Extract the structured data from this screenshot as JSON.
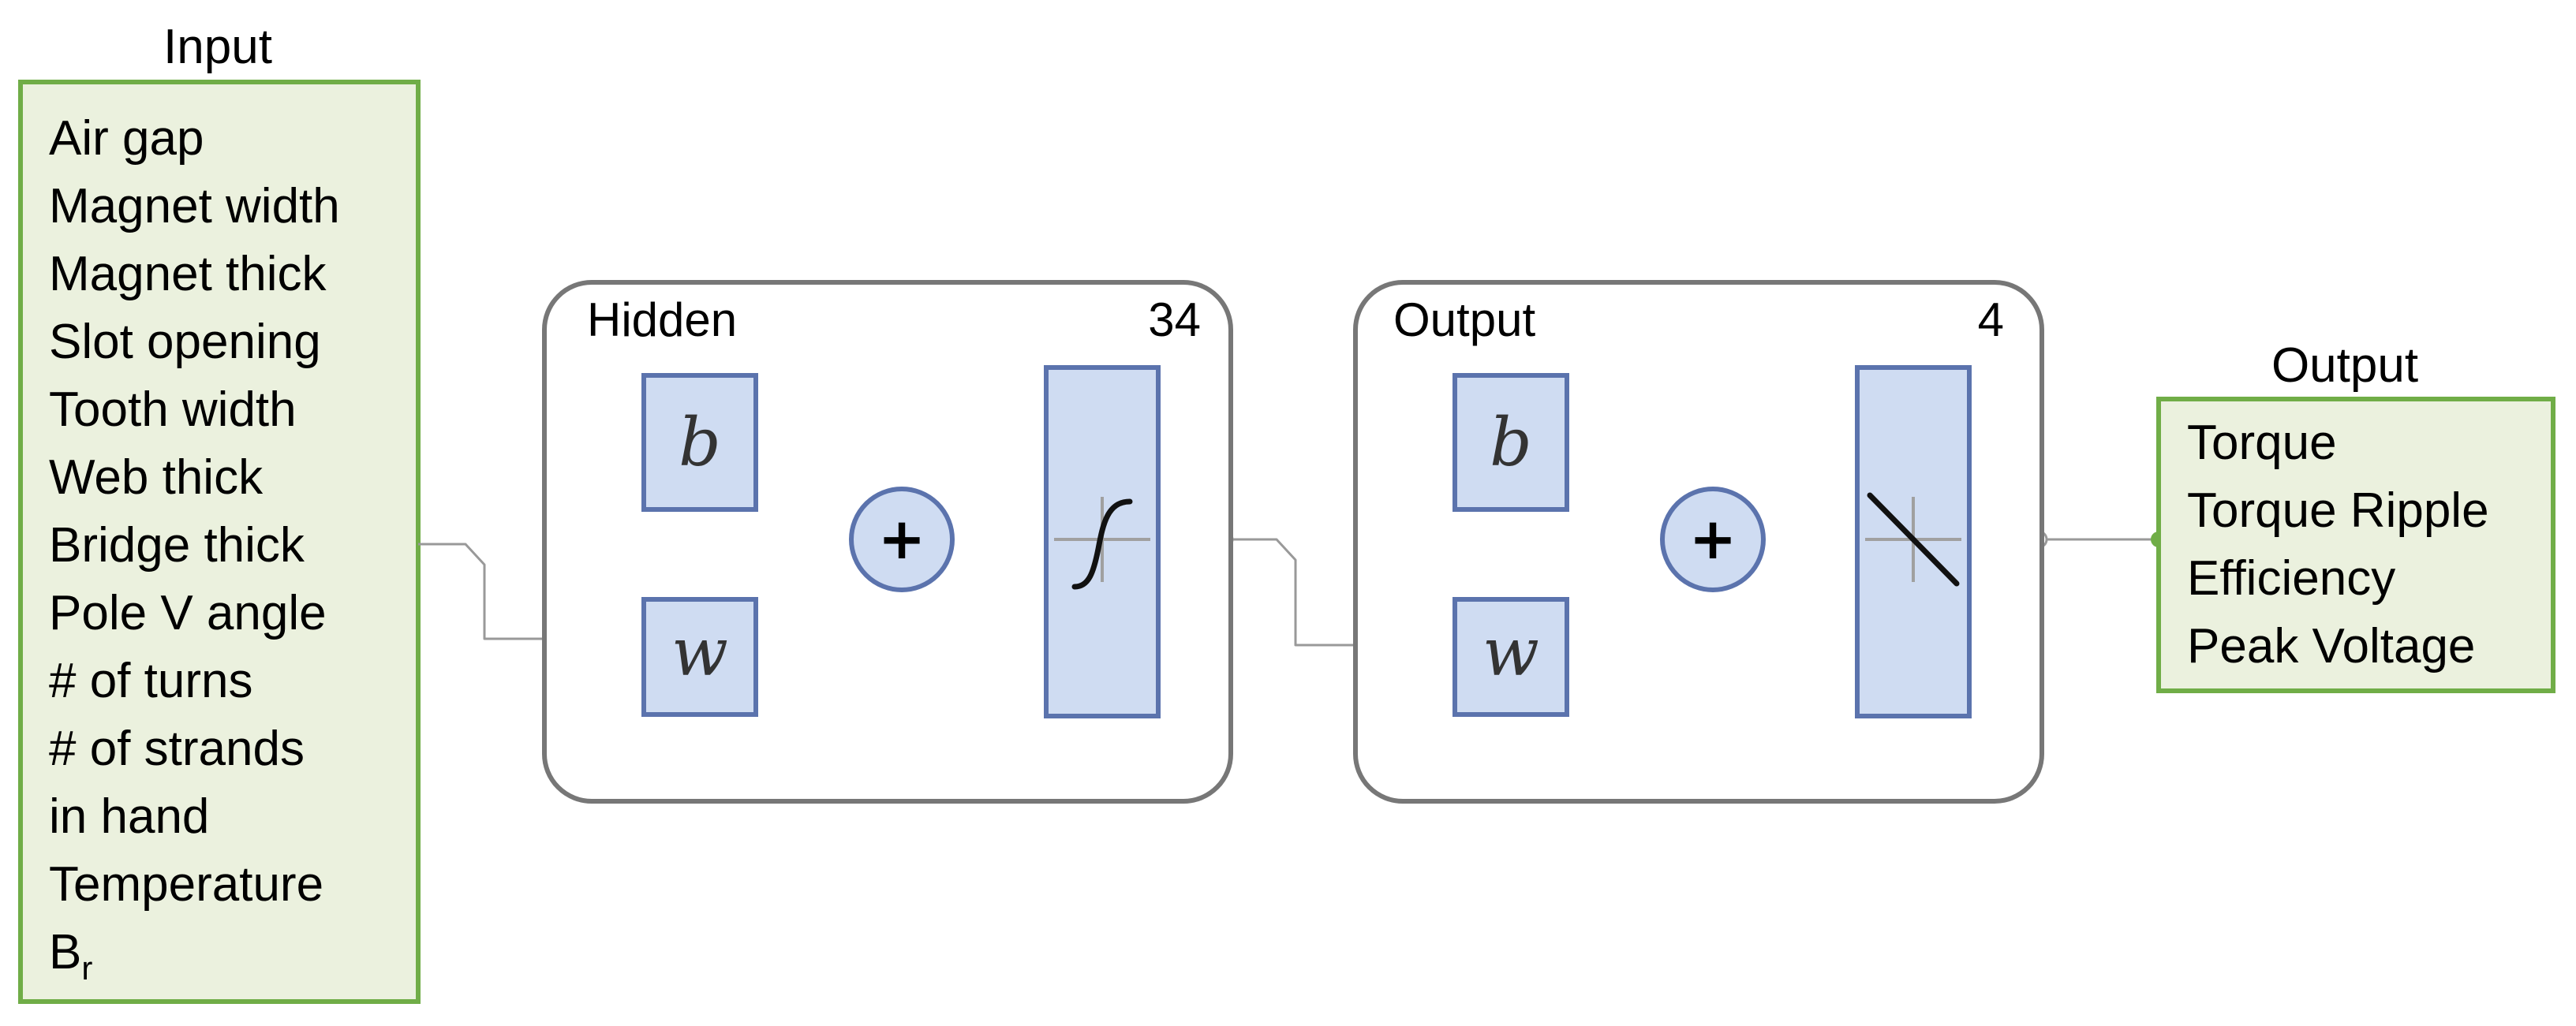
{
  "colors": {
    "input_fill": "#ebf1de",
    "input_border": "#70ad47",
    "block_fill": "#cfdcf2",
    "block_border": "#5b73ad",
    "layer_border": "#777777",
    "wire": "#999999",
    "text": "#000000"
  },
  "input": {
    "caption": "Input",
    "items": [
      "Air gap",
      "Magnet width",
      "Magnet thick",
      "Slot opening",
      "Tooth width",
      "Web thick",
      "Bridge thick",
      "Pole V angle",
      "# of turns",
      "# of strands",
      "in hand",
      "Temperature"
    ],
    "br_main": "B",
    "br_sub": "r"
  },
  "hidden_layer": {
    "label": "Hidden",
    "size": "34",
    "bias_symbol": "b",
    "weight_symbol": "w",
    "sum_symbol": "+",
    "transfer": "tansig-icon"
  },
  "output_layer": {
    "label": "Output",
    "size": "4",
    "bias_symbol": "b",
    "weight_symbol": "w",
    "sum_symbol": "+",
    "transfer": "purelin-icon"
  },
  "output": {
    "caption": "Output",
    "items": [
      "Torque",
      "Torque Ripple",
      "Efficiency",
      "Peak Voltage"
    ]
  }
}
